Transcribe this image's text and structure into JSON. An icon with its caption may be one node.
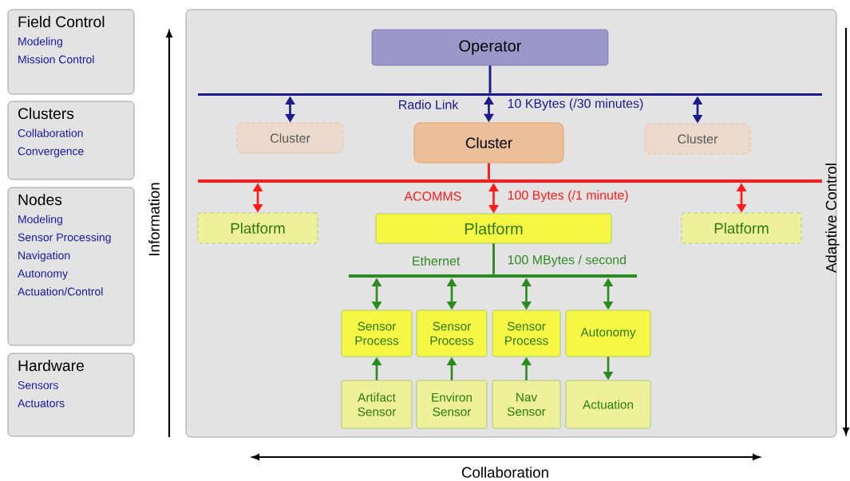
{
  "diagram": {
    "nodes": [
      {
        "text": [
          "Field Control",
          "Modeling",
          "Mission Control"
        ]
      },
      {
        "text": [
          "Clusters",
          "Collaboration",
          "Convergence"
        ]
      },
      {
        "text": [
          "Nodes",
          "Modeling",
          "Sensor Processing",
          "Navigation",
          "Autonomy",
          "Actuation/Control"
        ]
      },
      {
        "text": [
          "Hardware",
          "Sensors",
          "Actuators"
        ]
      },
      {
        "text": [
          "Operator"
        ]
      },
      {
        "text": [],
        "shape": "bar",
        "beside": [
          "Radio Link",
          "10 KBytes (/30 minutes)"
        ]
      },
      {
        "text": [
          "Cluster"
        ]
      },
      {
        "text": [
          "Cluster"
        ]
      },
      {
        "text": [
          "Cluster"
        ]
      },
      {
        "text": [],
        "shape": "bar",
        "beside": [
          "ACOMMS",
          "100 Bytes (/1 minute)"
        ]
      },
      {
        "text": [
          "Platform"
        ]
      },
      {
        "text": [
          "Platform"
        ]
      },
      {
        "text": [
          "Platform"
        ]
      },
      {
        "text": [],
        "shape": "bar",
        "beside": [
          "Ethernet",
          "100 MBytes / second"
        ]
      },
      {
        "text": [
          "Sensor Process"
        ]
      },
      {
        "text": [
          "Sensor Process"
        ]
      },
      {
        "text": [
          "Sensor Process"
        ]
      },
      {
        "text": [
          "Autonomy"
        ]
      },
      {
        "text": [
          "Artifact Sensor"
        ]
      },
      {
        "text": [
          "Environ Sensor"
        ]
      },
      {
        "text": [
          "Nav Sensor"
        ]
      },
      {
        "text": [
          "Actuation"
        ]
      }
    ],
    "edges": [
      {
        "from": 4,
        "to": 5,
        "arrow": "none",
        "color": "#1c1a8c"
      },
      {
        "from": 5,
        "to": 6,
        "arrow": "both",
        "color": "#1c1a8c"
      },
      {
        "from": 5,
        "to": 7,
        "arrow": "both",
        "color": "#1c1a8c"
      },
      {
        "from": 5,
        "to": 8,
        "arrow": "both",
        "color": "#1c1a8c"
      },
      {
        "from": 7,
        "to": 9,
        "arrow": "none",
        "color": "#ff1a1a"
      },
      {
        "from": 9,
        "to": 10,
        "arrow": "both",
        "color": "#ff1a1a"
      },
      {
        "from": 9,
        "to": 11,
        "arrow": "both",
        "color": "#ff1a1a"
      },
      {
        "from": 9,
        "to": 12,
        "arrow": "both",
        "color": "#ff1a1a"
      },
      {
        "from": 11,
        "to": 13,
        "arrow": "none"
      },
      {
        "from": 13,
        "to": 14,
        "arrow": "both"
      },
      {
        "from": 13,
        "to": 15,
        "arrow": "both"
      },
      {
        "from": 13,
        "to": 16,
        "arrow": "both"
      },
      {
        "from": 13,
        "to": 17,
        "arrow": "both"
      },
      {
        "from": 18,
        "to": 14,
        "arrow": "to"
      },
      {
        "from": 19,
        "to": 15,
        "arrow": "to"
      },
      {
        "from": 20,
        "to": 16,
        "arrow": "to"
      },
      {
        "from": 17,
        "to": 21,
        "arrow": "to"
      }
    ],
    "labels": [
      "Information",
      "Adaptive Control",
      "Collaboration"
    ]
  }
}
